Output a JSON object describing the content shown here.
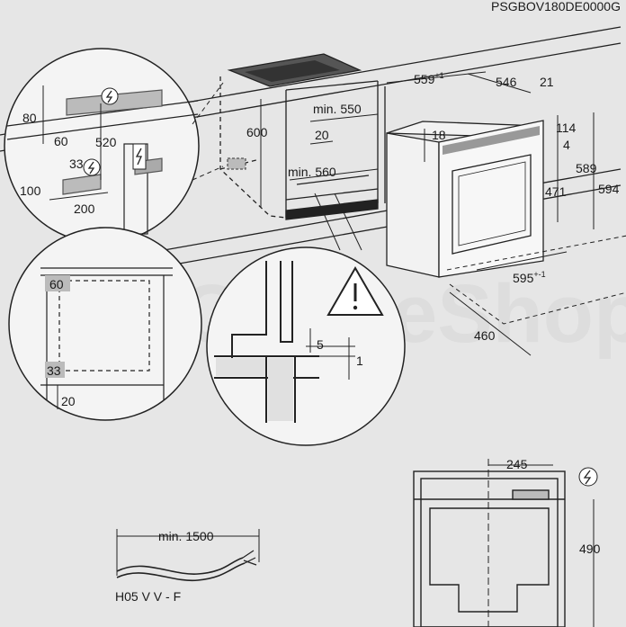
{
  "doc": {
    "code": "PSGBOV180DE0000G",
    "watermark": "OnlineShop"
  },
  "cabinet": {
    "height_600": "600",
    "depth_min_550": "min. 550",
    "gap_20": "20",
    "depth_min_560": "min. 560"
  },
  "oven": {
    "width_559": "559",
    "width_559_tol": "+1",
    "depth_546": "546",
    "front_21": "21",
    "top_114": "114",
    "offset_4": "4",
    "height_589": "589",
    "height_594": "594",
    "panel_18": "18",
    "height_471": "471",
    "width_595": "595",
    "width_595_tol": "+-1",
    "depth_460": "460"
  },
  "detail_electric": {
    "v80": "80",
    "v60": "60",
    "v520": "520",
    "v33": "33",
    "v100": "100",
    "v200": "200"
  },
  "detail_vent": {
    "top_60": "60",
    "bottom_33": "33",
    "side_20": "20"
  },
  "detail_profile": {
    "gap_5": "5",
    "gap_1": "1"
  },
  "cable": {
    "length": "min. 1500",
    "type": "H05 V V - F"
  },
  "rear": {
    "width_245": "245",
    "height_490": "490"
  }
}
